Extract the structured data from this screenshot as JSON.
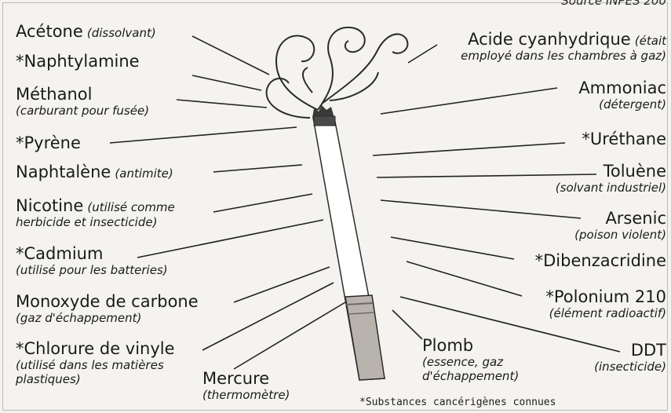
{
  "source": "Source INPES 200",
  "footnote": "*Substances cancérigènes connues",
  "left": {
    "acetone": {
      "name": "Acétone",
      "sub": "(dissolvant)"
    },
    "naphtylamine": {
      "name": "*Naphtylamine"
    },
    "methanol": {
      "name": "Méthanol",
      "sub": "(carburant pour fusée)"
    },
    "pyrene": {
      "name": "*Pyrène"
    },
    "naphtalene": {
      "name": "Naphtalène",
      "sub": "(antimite)"
    },
    "nicotine": {
      "name": "Nicotine",
      "sub1": "(utilisé comme",
      "sub2": "herbicide et insecticide)"
    },
    "cadmium": {
      "name": "*Cadmium",
      "sub": "(utilisé pour les batteries)"
    },
    "monoxyde": {
      "name": "Monoxyde de carbone",
      "sub": "(gaz d'échappement)"
    },
    "chlorure": {
      "name": "*Chlorure de vinyle",
      "sub1": "(utilisé dans les matières",
      "sub2": "plastiques)"
    },
    "mercure": {
      "name": "Mercure",
      "sub": "(thermomètre)"
    }
  },
  "right": {
    "acide": {
      "name": "Acide cyanhydrique",
      "sub_inline": "(était",
      "sub": "employé dans les chambres à gaz)"
    },
    "ammoniac": {
      "name": "Ammoniac",
      "sub": "(détergent)"
    },
    "urethane": {
      "name": "*Uréthane"
    },
    "toluene": {
      "name": "Toluène",
      "sub": "(solvant industriel)"
    },
    "arsenic": {
      "name": "Arsenic",
      "sub": "(poison violent)"
    },
    "dibenzacridine": {
      "name": "*Dibenzacridine"
    },
    "polonium": {
      "name": "*Polonium 210",
      "sub": "(élément radioactif)"
    },
    "plomb": {
      "name": "Plomb",
      "sub1": "(essence, gaz",
      "sub2": "d'échappement)"
    },
    "ddt": {
      "name": "DDT",
      "sub": "(insecticide)"
    }
  }
}
